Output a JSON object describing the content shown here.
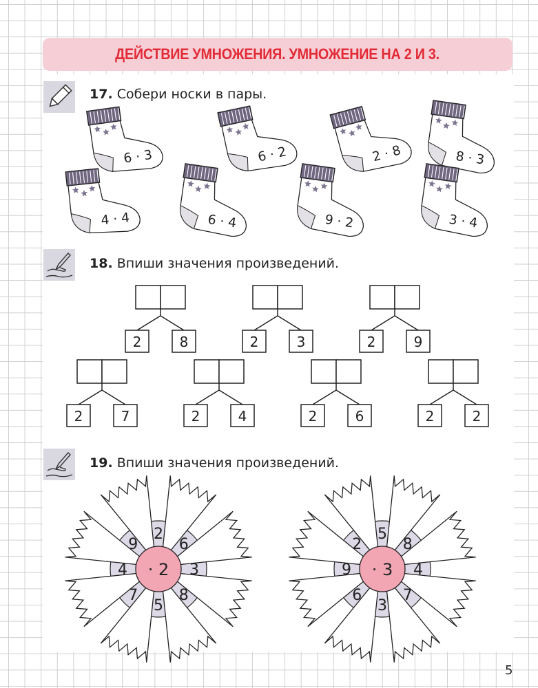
{
  "header": {
    "title": "ДЕЙСТВИЕ УМНОЖЕНИЯ. УМНОЖЕНИЕ НА 2 И 3."
  },
  "tasks": [
    {
      "number": "17.",
      "text": "Собери носки в пары.",
      "icon": "pencil-icon"
    },
    {
      "number": "18.",
      "text": "Впиши значения произведений.",
      "icon": "writing-hand-icon"
    },
    {
      "number": "19.",
      "text": "Впиши значения произведений.",
      "icon": "writing-hand-icon"
    }
  ],
  "socks": [
    "6 · 3",
    "6 · 2",
    "2 · 8",
    "8 · 3",
    "4 · 4",
    "6 · 4",
    "9 · 2",
    "3 · 4"
  ],
  "trees": [
    {
      "left": "2",
      "right": "8",
      "answer": ""
    },
    {
      "left": "2",
      "right": "3",
      "answer": ""
    },
    {
      "left": "2",
      "right": "9",
      "answer": ""
    },
    {
      "left": "2",
      "right": "7",
      "answer": ""
    },
    {
      "left": "2",
      "right": "4",
      "answer": ""
    },
    {
      "left": "2",
      "right": "6",
      "answer": ""
    },
    {
      "left": "2",
      "right": "2",
      "answer": ""
    }
  ],
  "flowers": [
    {
      "center": "· 2",
      "numbers": [
        "2",
        "6",
        "3",
        "8",
        "5",
        "7",
        "4",
        "9"
      ]
    },
    {
      "center": "· 3",
      "numbers": [
        "5",
        "8",
        "4",
        "7",
        "3",
        "6",
        "9",
        "2"
      ]
    }
  ],
  "colors": {
    "title": "#e22b36",
    "title_bg": "#f6cfd6",
    "sock": "#6f6680",
    "ring": "#ddd9e6",
    "center": "#f2a6b4"
  },
  "page_number": "5"
}
